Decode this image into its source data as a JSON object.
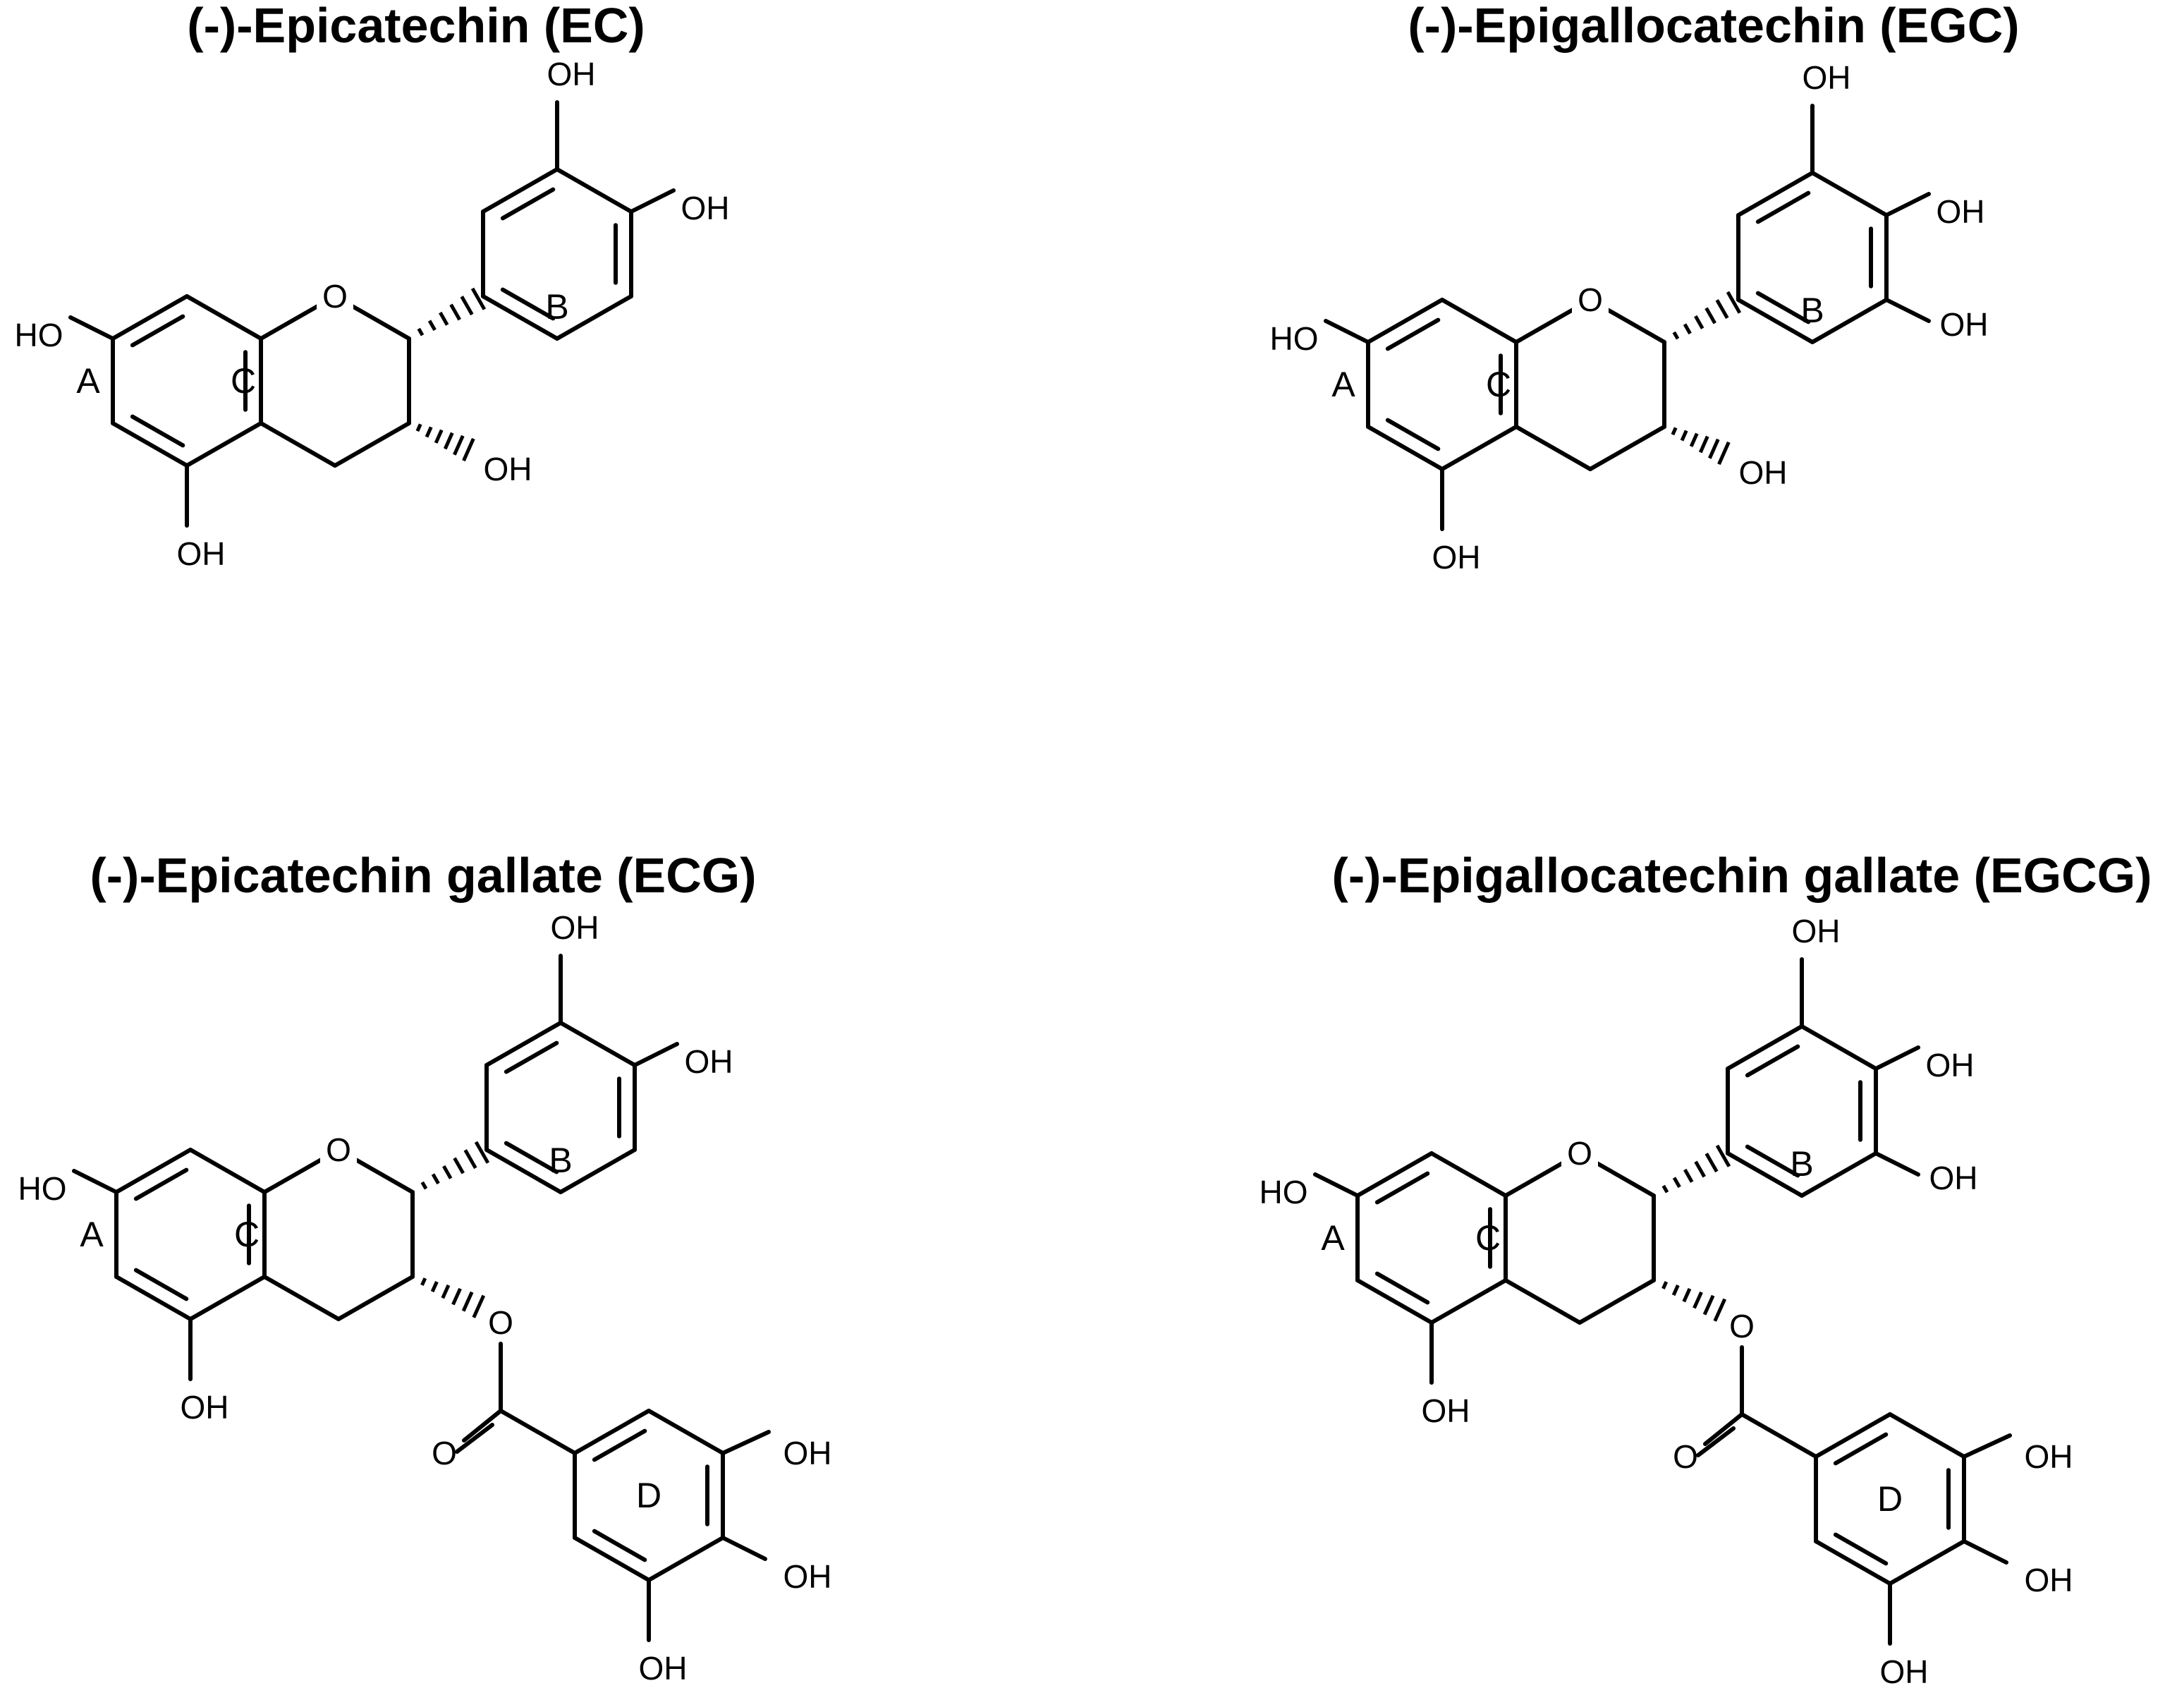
{
  "molecules": [
    {
      "title": "(-)-Epicatechin (EC)",
      "ring_labels": [
        "A",
        "C",
        "B"
      ],
      "atom_labels": {
        "ho_7": "HO",
        "o_ring": "O",
        "oh_5": "OH",
        "oh_3": "OH",
        "oh_3p": "OH",
        "oh_4p": "OH"
      }
    },
    {
      "title": "(-)-Epigallocatechin (EGC)",
      "ring_labels": [
        "A",
        "C",
        "B"
      ],
      "atom_labels": {
        "ho_7": "HO",
        "o_ring": "O",
        "oh_5": "OH",
        "oh_3": "OH",
        "oh_3p": "OH",
        "oh_4p": "OH",
        "oh_5p": "OH"
      }
    },
    {
      "title": "(-)-Epicatechin gallate (ECG)",
      "ring_labels": [
        "A",
        "C",
        "B",
        "D"
      ],
      "atom_labels": {
        "ho_7": "HO",
        "o_ring": "O",
        "oh_5": "OH",
        "oh_3p": "OH",
        "oh_4p": "OH",
        "o_ester": "O",
        "o_carbonyl": "O",
        "oh_d3": "OH",
        "oh_d4": "OH",
        "oh_d5": "OH"
      }
    },
    {
      "title": "(-)-Epigallocatechin gallate (EGCG)",
      "ring_labels": [
        "A",
        "C",
        "B",
        "D"
      ],
      "atom_labels": {
        "ho_7": "HO",
        "o_ring": "O",
        "oh_5": "OH",
        "oh_3p": "OH",
        "oh_4p": "OH",
        "oh_5p": "OH",
        "o_ester": "O",
        "o_carbonyl": "O",
        "oh_d3": "OH",
        "oh_d4": "OH",
        "oh_d5": "OH"
      }
    }
  ]
}
